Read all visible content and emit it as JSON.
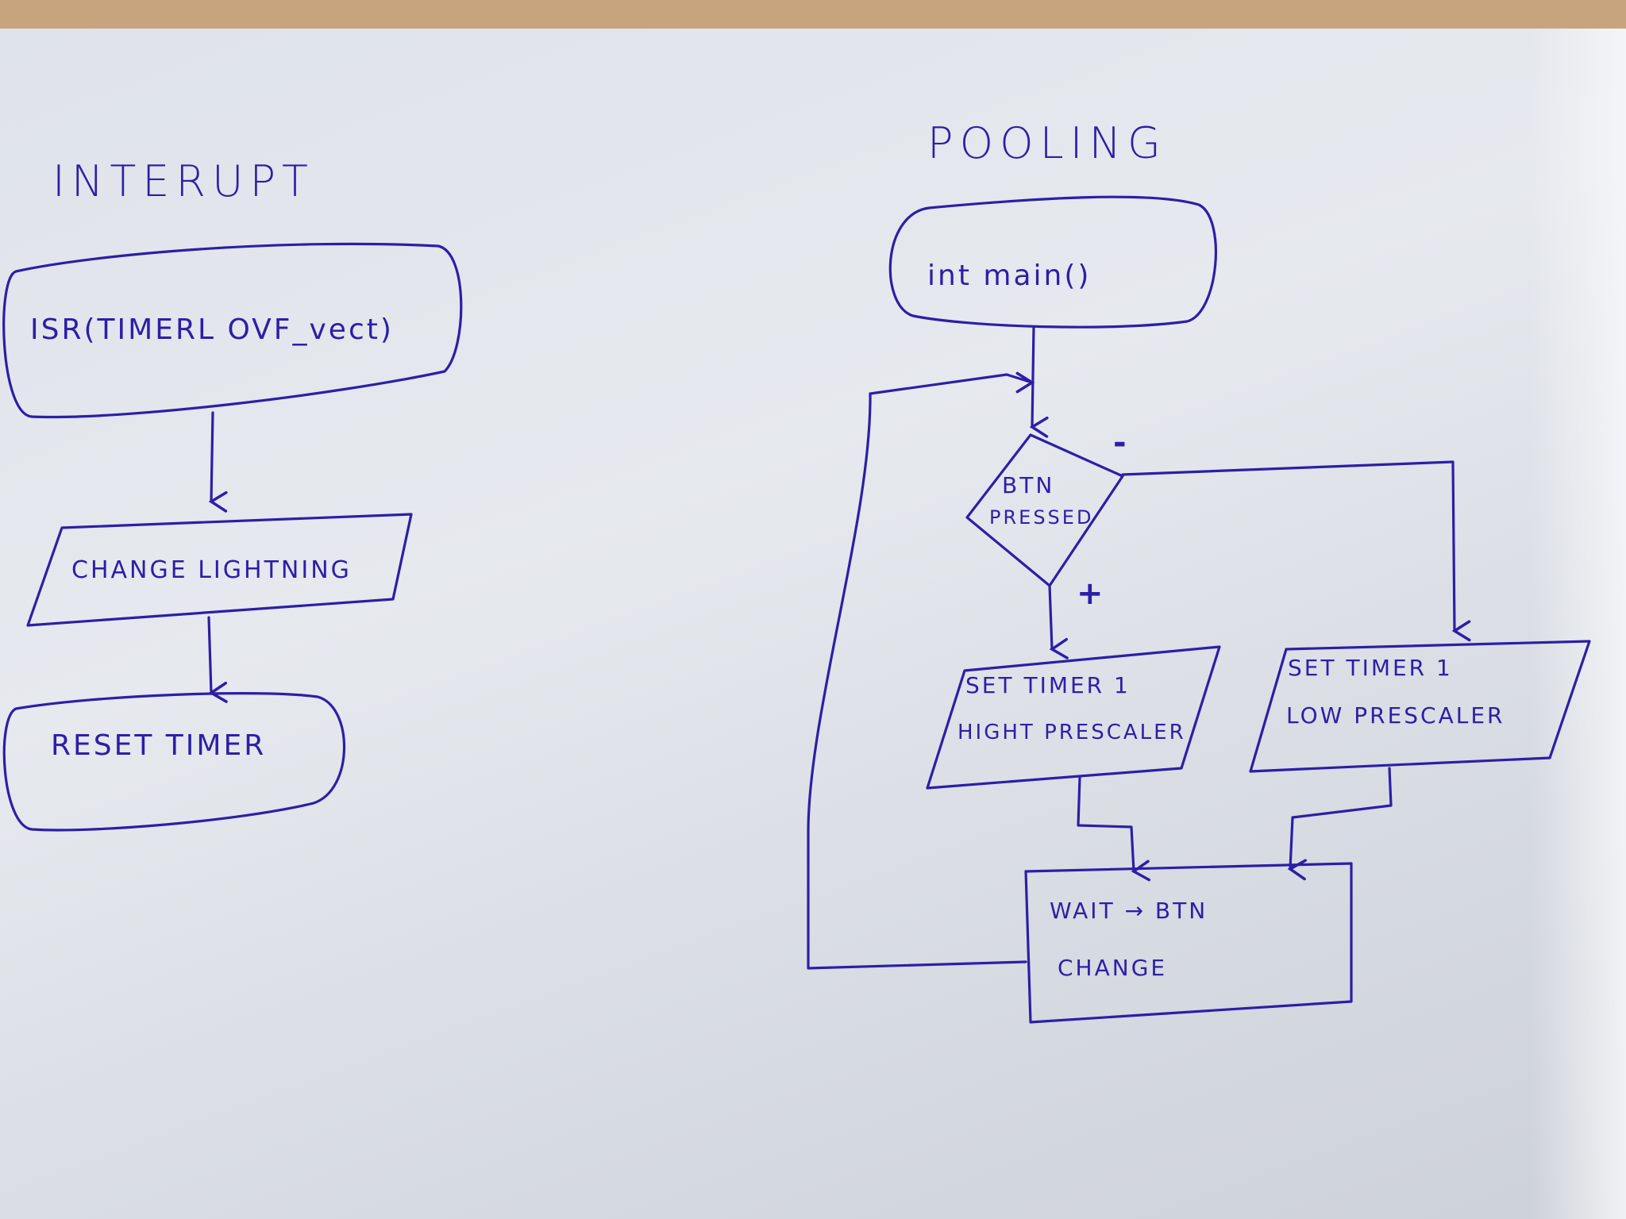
{
  "interrupt": {
    "title": "INTERUPT",
    "isr_label": "ISR(TIMERL OVF_vect)",
    "change_lightning_label": "CHANGE LIGHTNING",
    "reset_timer_label": "RESET TIMER"
  },
  "pooling": {
    "title": "POOLING",
    "main_label": "int main()",
    "decision_line1": "BTN",
    "decision_line2": "PRESSED",
    "no_branch_mark": "-",
    "yes_branch_mark": "+",
    "high_line1": "SET TIMER 1",
    "high_line2": "HIGHT PRESCALER",
    "low_line1": "SET TIMER 1",
    "low_line2": "LOW PRESCALER",
    "wait_line1": "WAIT → BTN",
    "wait_line2": "CHANGE"
  },
  "ink_color": "#2c1fa6"
}
